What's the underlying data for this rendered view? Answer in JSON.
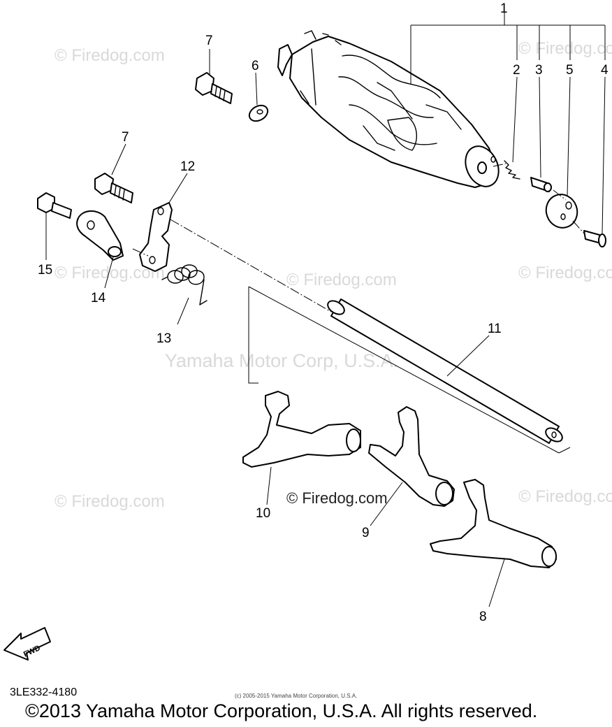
{
  "watermarks": {
    "site": "© Firedog.com",
    "site_short": "© Firedog.com",
    "corp": "Yamaha Motor Corp, U.S.A."
  },
  "callouts": {
    "c1": "1",
    "c2": "2",
    "c3": "3",
    "c4": "4",
    "c5": "5",
    "c6": "6",
    "c7a": "7",
    "c7b": "7",
    "c8": "8",
    "c9": "9",
    "c10": "10",
    "c11": "11",
    "c12": "12",
    "c13": "13",
    "c14": "14",
    "c15": "15"
  },
  "fwd_label": "FWD",
  "footer": {
    "part_code": "3LE332-4180",
    "small_copyright": "(c) 2005-2015 Yamaha Motor Corporation, U.S.A.",
    "copyright": "©2013 Yamaha Motor Corporation, U.S.A. All rights reserved."
  }
}
